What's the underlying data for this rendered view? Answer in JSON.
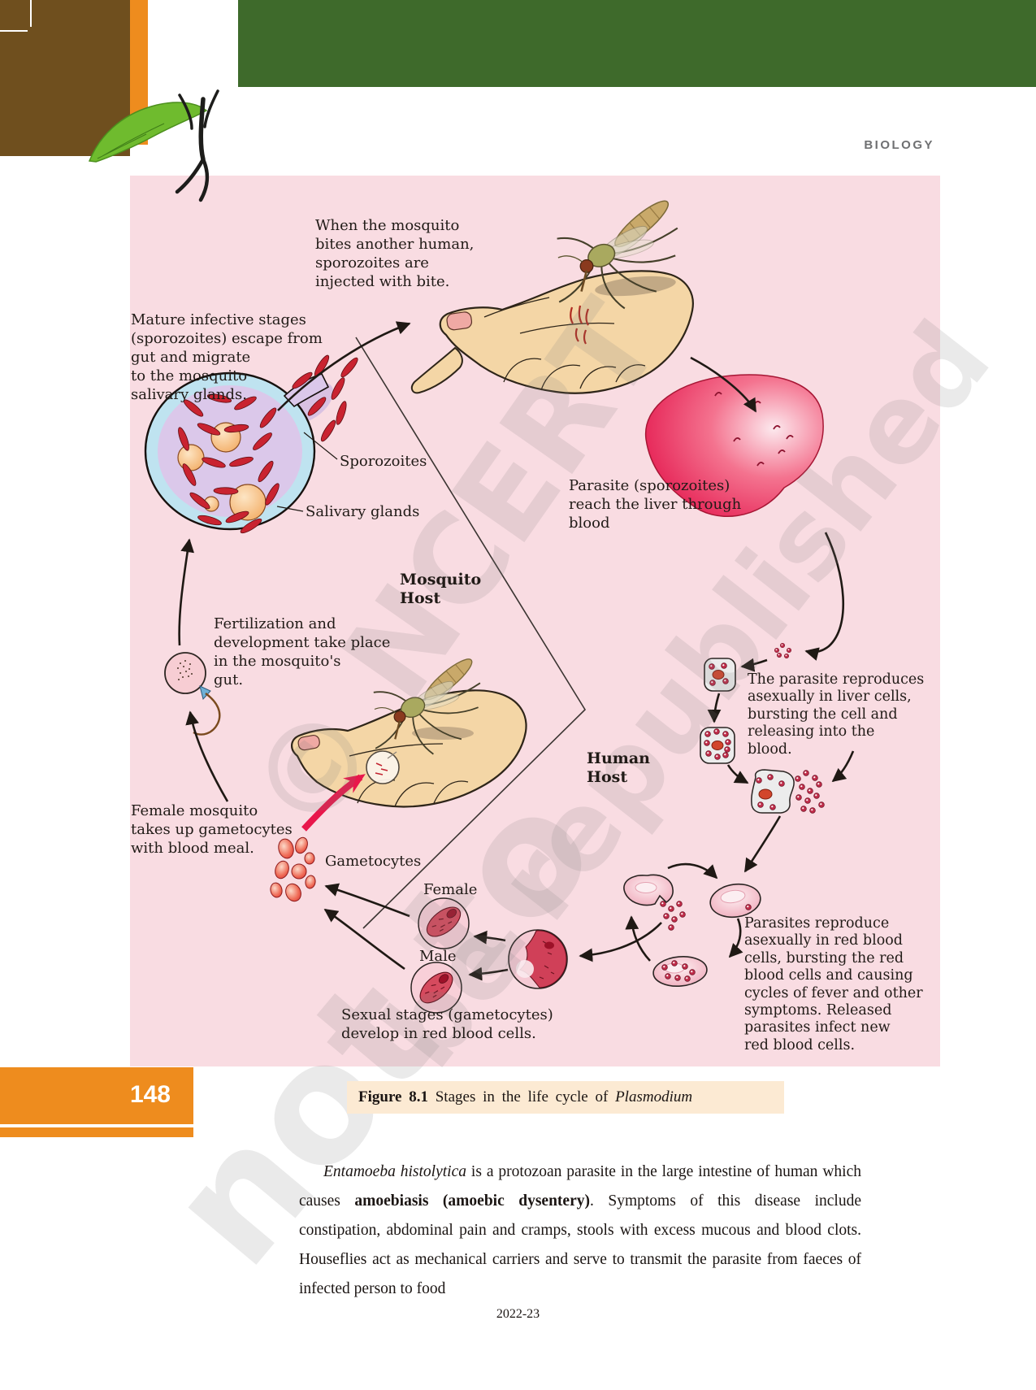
{
  "colors": {
    "band_green": "#3e6a2b",
    "band_brown": "#6f4f1e",
    "accent_orange": "#ee8c1e",
    "panel_pink": "#f9dce2",
    "caption_bg": "#fcead3",
    "arrow_red": "#e8174b"
  },
  "header": {
    "subject": "BIOLOGY"
  },
  "figure": {
    "caption": {
      "label": "Figure 8.1",
      "text": " Stages in the life cycle of ",
      "species": "Plasmodium"
    },
    "panel_labels": {
      "bite": "When the mosquito\nbites another human,\nsporozoites are\ninjected with bite.",
      "mature": "Mature infective stages\n(sporozoites) escape from\ngut and migrate\nto the mosquito\nsalivary glands.",
      "sporozoites": "Sporozoites",
      "salivary_glands": "Salivary glands",
      "mosquito_host": "Mosquito\nHost",
      "parasite_liver": "Parasite (sporozoites)\nreach the liver through\nblood",
      "fertilization": "Fertilization and\ndevelopment take place\nin the mosquito's\ngut.",
      "liver_cells": "The parasite reproduces\nasexually in liver cells,\nbursting the cell and\nreleasing into the\nblood.",
      "human_host": "Human\nHost",
      "female_mosquito": "Female mosquito\ntakes up gametocytes\nwith blood meal.",
      "gametocytes": "Gametocytes",
      "female": "Female",
      "male": "Male",
      "sexual_stages": "Sexual stages (gametocytes)\ndevelop in red blood cells.",
      "rbc": "Parasites reproduce\nasexually in red blood\ncells, bursting the red\nblood cells and causing\ncycles of fever and other\nsymptoms. Released\nparasites infect new\nred blood cells."
    }
  },
  "paragraph": {
    "s1": "Entamoeba histolytica",
    "s2": " is a protozoan parasite in the large intestine of human which causes ",
    "s3": "amoebiasis (amoebic dysentery)",
    "s4": ". Symptoms of this disease include constipation, abdominal pain and cramps, stools with excess mucous and blood clots. Houseflies act as mechanical carriers and serve to transmit the parasite from faeces of infected person to food"
  },
  "watermark": {
    "l1": "© NCERT",
    "l2": "not to",
    "l3": "be republished"
  },
  "footer": {
    "page_number": "148",
    "year": "2022-23"
  }
}
